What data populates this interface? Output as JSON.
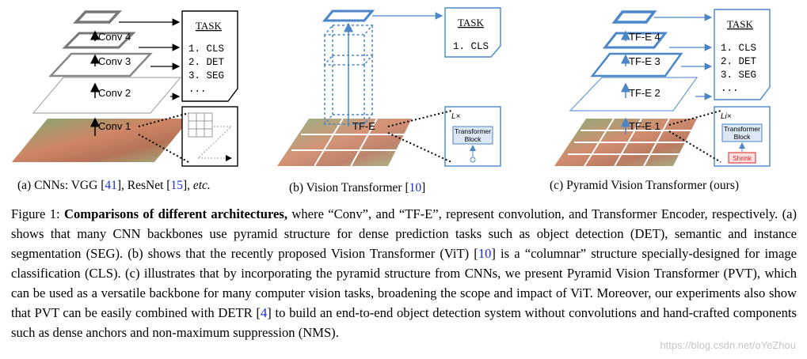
{
  "panel_a": {
    "layers": [
      "Conv 4",
      "Conv 3",
      "Conv 2",
      "Conv 1"
    ],
    "task_title": "TASK",
    "tasks": [
      "1. CLS",
      "2. DET",
      "3. SEG",
      "..."
    ],
    "caption_pre": "(a) CNNs: VGG [",
    "caption_ref1": "41",
    "caption_mid": "], ResNet [",
    "caption_ref2": "15",
    "caption_post": "], ",
    "caption_etc": "etc."
  },
  "panel_b": {
    "layer": "TF-E",
    "task_title": "TASK",
    "tasks": [
      "1. CLS"
    ],
    "block_repeat": "L×",
    "block_label_1": "Transformer",
    "block_label_2": "Block",
    "caption_pre": "(b) Vision Transformer [",
    "caption_ref": "10",
    "caption_post": "]"
  },
  "panel_c": {
    "layers": [
      "TF-E 4",
      "TF-E 3",
      "TF-E 2",
      "TF-E 1"
    ],
    "task_title": "TASK",
    "tasks": [
      "1. CLS",
      "2. DET",
      "3. SEG",
      "..."
    ],
    "block_repeat": "Li×",
    "block_label_1": "Transformer",
    "block_label_2": "Block",
    "shrink_label": "Shrink",
    "caption": "(c) Pyramid Vision Transformer (ours)"
  },
  "figure_caption": {
    "label": "Figure 1: ",
    "title": "Comparisons of different architectures,",
    "p1": " where “Conv”, and “TF-E”, represent convolution, and Transformer Encoder, respectively. (a) shows that many CNN backbones use pyramid structure for dense prediction tasks such as object detection (DET), semantic and instance segmentation (SEG). (b) shows that the recently proposed Vision Transformer (ViT) [",
    "ref1": "10",
    "p2": "] is a “columnar” structure specially-designed for image classification (CLS). (c) illustrates that by incorporating the pyramid structure from CNNs, we present Pyramid Vision Transformer (PVT), which can be used as a versatile backbone for many computer vision tasks, broadening the scope and impact of ViT. Moreover, our experiments also show that PVT can be easily combined with DETR [",
    "ref2": "4",
    "p3": "] to build an end-to-end object detection system without convolutions and hand-crafted components such as dense anchors and non-maximum suppression (NMS)."
  },
  "watermark": "https://blog.csdn.net/oYeZhou",
  "colors": {
    "blue": "#4a86c8",
    "gray": "#777777",
    "ref": "#1b2bd6",
    "shrink": "#e02020"
  }
}
